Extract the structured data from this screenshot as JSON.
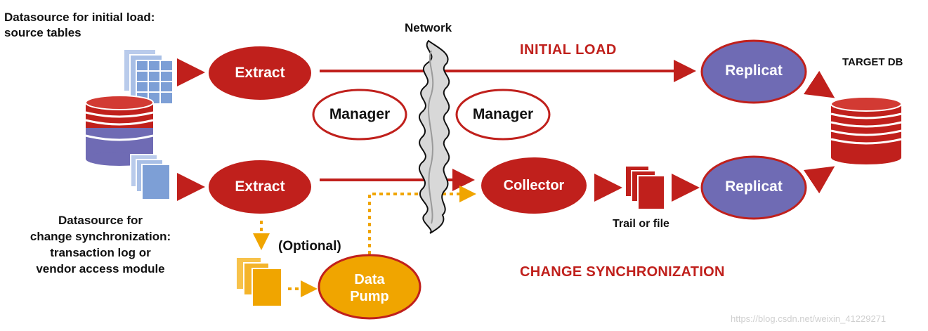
{
  "labels": {
    "initial_source": "Datasource for initial load:\nsource tables",
    "change_source": "Datasource for\nchange synchronization:\ntransaction log or\nvendor access module",
    "network": "Network",
    "initial_load": "INITIAL LOAD",
    "change_sync": "CHANGE SYNCHRONIZATION",
    "target_db": "TARGET DB",
    "optional": "(Optional)",
    "trail": "Trail or file",
    "watermark": "https://blog.csdn.net/weixin_41229271"
  },
  "nodes": {
    "extract_top": "Extract",
    "extract_bottom": "Extract",
    "manager_left": "Manager",
    "manager_right": "Manager",
    "replicat_top": "Replicat",
    "replicat_bottom": "Replicat",
    "collector": "Collector",
    "data_pump": "Data\nPump"
  },
  "colors": {
    "red": "#c0201c",
    "purple": "#6f6bb4",
    "orange": "#f0a500",
    "blue": "#7d9fd6",
    "black": "#111111"
  }
}
